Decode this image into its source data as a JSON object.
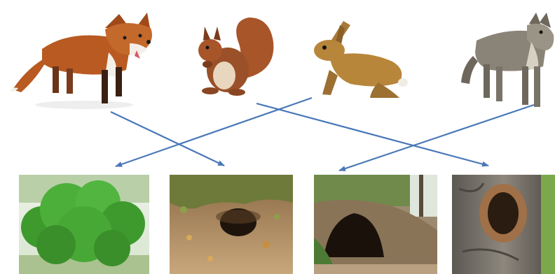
{
  "animals": [
    {
      "id": "fox",
      "icon": "fox-picture",
      "color": "#b85a22"
    },
    {
      "id": "squirrel",
      "icon": "squirrel-picture",
      "color": "#a0522d"
    },
    {
      "id": "hare",
      "icon": "hare-picture",
      "color": "#b8863b"
    },
    {
      "id": "wolf",
      "icon": "wolf-picture",
      "color": "#8a8377"
    }
  ],
  "habitats": [
    {
      "id": "bush",
      "icon": "bush-picture",
      "color": "#4caf3a"
    },
    {
      "id": "burrow",
      "icon": "burrow-picture",
      "color": "#7a5a38"
    },
    {
      "id": "den",
      "icon": "den-picture",
      "color": "#5a4632"
    },
    {
      "id": "tree-hollow",
      "icon": "tree-hollow-picture",
      "color": "#6e6a63"
    }
  ],
  "connections": [
    {
      "from": "fox",
      "to": "burrow"
    },
    {
      "from": "squirrel",
      "to": "tree-hollow"
    },
    {
      "from": "hare",
      "to": "bush"
    },
    {
      "from": "wolf",
      "to": "den"
    }
  ],
  "arrow_color": "#4a78b8"
}
